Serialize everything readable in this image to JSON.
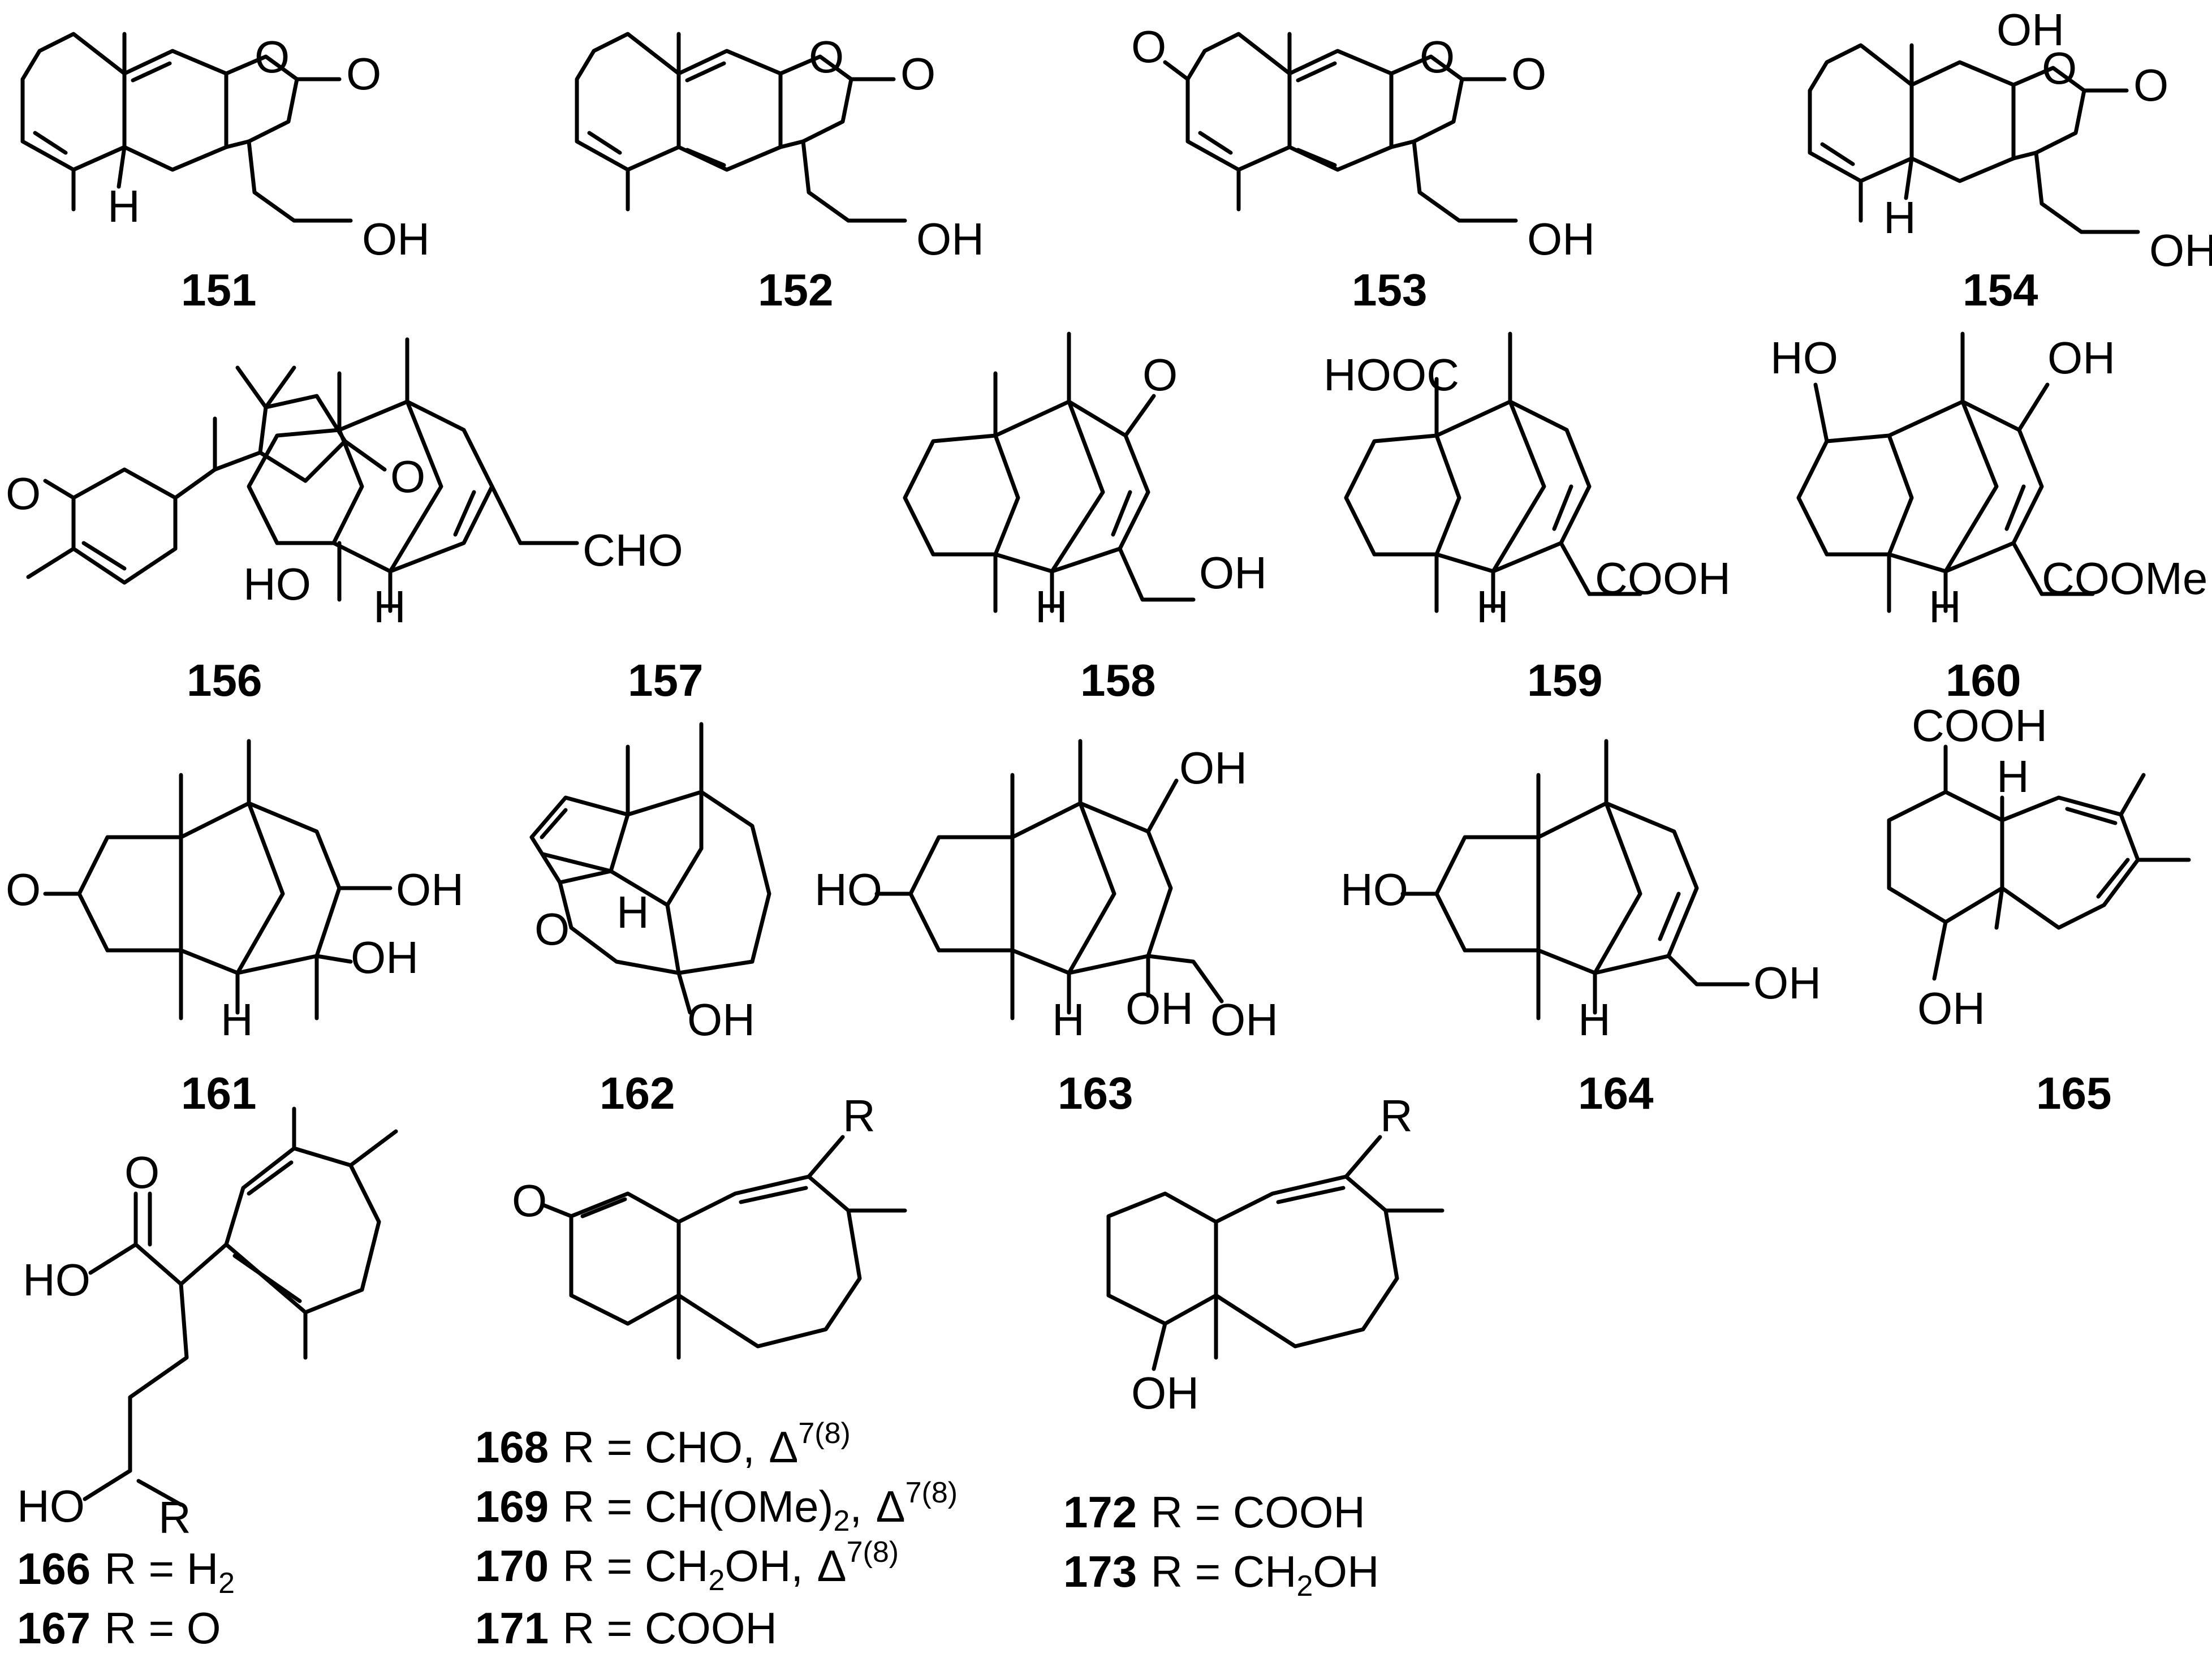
{
  "compounds": [
    {
      "id": "151",
      "atoms": [
        "O",
        "O",
        "H",
        "OH"
      ]
    },
    {
      "id": "152",
      "atoms": [
        "O",
        "O",
        "OH"
      ]
    },
    {
      "id": "153",
      "atoms": [
        "O",
        "O",
        "O",
        "OH"
      ]
    },
    {
      "id": "154",
      "atoms": [
        "OH",
        "O",
        "O",
        "H",
        "OH"
      ]
    },
    {
      "id": "156",
      "atoms": [
        "O",
        "O"
      ]
    },
    {
      "id": "157",
      "atoms": [
        "HO",
        "H",
        "CHO"
      ]
    },
    {
      "id": "158",
      "atoms": [
        "O",
        "H",
        "OH"
      ]
    },
    {
      "id": "159",
      "atoms": [
        "HOOC",
        "H",
        "COOH"
      ]
    },
    {
      "id": "160",
      "atoms": [
        "HO",
        "OH",
        "H",
        "COOMe"
      ]
    },
    {
      "id": "161",
      "atoms": [
        "O",
        "OH",
        "OH",
        "H"
      ]
    },
    {
      "id": "162",
      "atoms": [
        "O",
        "H",
        "OH"
      ]
    },
    {
      "id": "163",
      "atoms": [
        "HO",
        "OH",
        "H",
        "OH",
        "OH"
      ]
    },
    {
      "id": "164",
      "atoms": [
        "HO",
        "H",
        "OH"
      ]
    },
    {
      "id": "165",
      "atoms": [
        "COOH",
        "H",
        "OH"
      ]
    },
    {
      "id": "166-167",
      "atoms": [
        "O",
        "HO",
        "HO",
        "R"
      ]
    },
    {
      "id": "168-171",
      "atoms": [
        "O",
        "R"
      ]
    },
    {
      "id": "172-173",
      "atoms": [
        "R",
        "OH"
      ]
    }
  ],
  "legends": {
    "l168": {
      "num": "168",
      "r": "R = CHO,",
      "delta": "Δ",
      "sup": "7(8)"
    },
    "l169": {
      "num": "169",
      "r": "R = CH(OMe)",
      "sub": "2",
      "comma": ",",
      "delta": "Δ",
      "sup": "7(8)"
    },
    "l170": {
      "num": "170",
      "r": "R = CH",
      "sub": "2",
      "rest": "OH,",
      "delta": "Δ",
      "sup": "7(8)"
    },
    "l171": {
      "num": "171",
      "r": "R = COOH"
    },
    "l166": {
      "num": "166",
      "r": "R = H",
      "sub": "2"
    },
    "l167": {
      "num": "167",
      "r": "R = O"
    },
    "l172": {
      "num": "172",
      "r": "R = COOH"
    },
    "l173": {
      "num": "173",
      "r": "R = CH",
      "sub": "2",
      "rest": "OH"
    }
  }
}
